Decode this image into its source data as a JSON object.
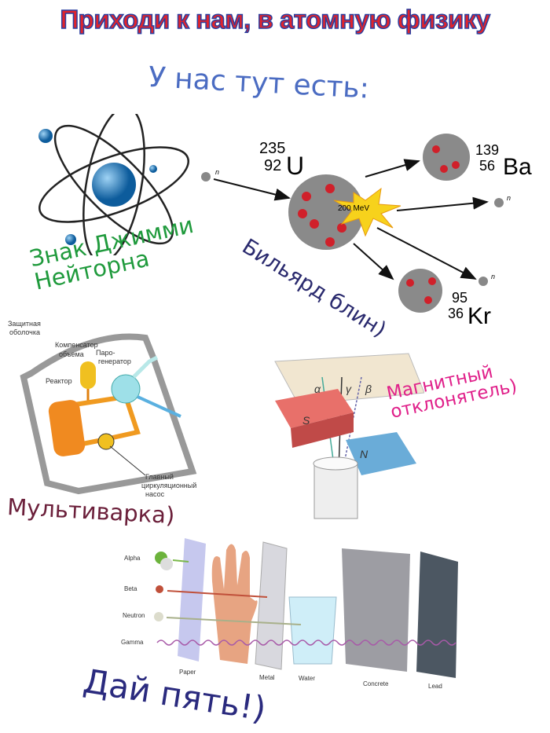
{
  "title": "Приходи к нам, в атомную физику",
  "subtitle": "У нас тут есть:",
  "captions": {
    "atom": [
      "Знак Джимми",
      "Нейторна"
    ],
    "fission": "Бильярд блин)",
    "reactor": "Мультиварка)",
    "magnet": [
      "Магнитный",
      "отклонятель)"
    ],
    "penetration": "Дай пять!)"
  },
  "fission": {
    "uranium": {
      "mass": "235",
      "charge": "92",
      "symbol": "U"
    },
    "barium": {
      "mass": "139",
      "charge": "56",
      "symbol": "Ba"
    },
    "krypton": {
      "mass": "95",
      "charge": "36",
      "symbol": "Kr"
    },
    "energy": "200 MeV",
    "neutron": "n"
  },
  "reactor": {
    "labels": [
      "Защитная",
      "оболочка",
      "Компенсатор",
      "объема",
      "Паро-",
      "генератор",
      "Реактор",
      "Главный",
      "циркуляционный",
      "насос"
    ]
  },
  "magnet": {
    "alpha": "α",
    "gamma": "γ",
    "beta": "β",
    "south": "S",
    "north": "N"
  },
  "penetration": {
    "particles": [
      "Alpha",
      "Beta",
      "Neutron",
      "Gamma"
    ],
    "materials": [
      "Paper",
      "Metal",
      "Water",
      "Concrete",
      "Lead"
    ]
  },
  "colors": {
    "title": "#e0242c",
    "outline": "#2b3fa0",
    "green": "#1f9a3c",
    "navy": "#2a2a6e",
    "maroon": "#6b1f3a",
    "magenta": "#e0208a"
  }
}
